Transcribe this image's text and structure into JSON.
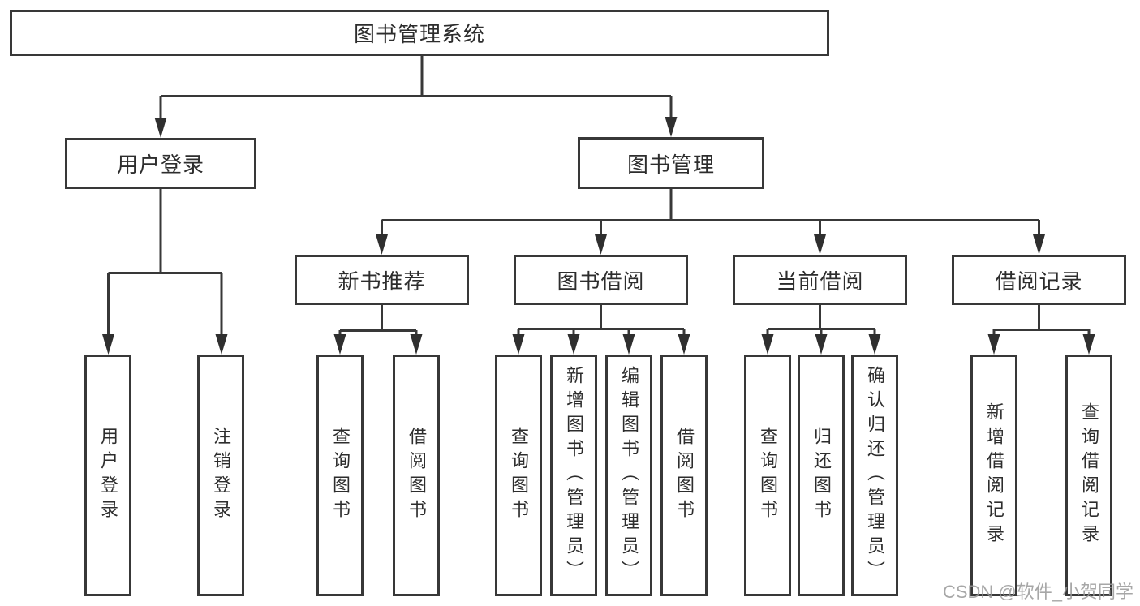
{
  "nodes": {
    "root": "图书管理系统",
    "user_login": "用户登录",
    "book_mgmt": "图书管理",
    "new_book_recommend": "新书推荐",
    "book_borrow": "图书借阅",
    "current_borrow": "当前借阅",
    "borrow_records": "借阅记录",
    "leaves_login": [
      "用户登录",
      "注销登录"
    ],
    "leaves_recommend": [
      "查询图书",
      "借阅图书"
    ],
    "leaves_borrow": [
      "查询图书",
      "新增图书（管理员）",
      "编辑图书（管理员）",
      "借阅图书"
    ],
    "leaves_current": [
      "查询图书",
      "归还图书",
      "确认归还（管理员）"
    ],
    "leaves_records": [
      "新增借阅记录",
      "查询借阅记录"
    ]
  },
  "watermark": "CSDN @软件_小贺同学",
  "colors": {
    "line": "#383838",
    "text": "#2d2d2d",
    "watermark": "#989898"
  }
}
